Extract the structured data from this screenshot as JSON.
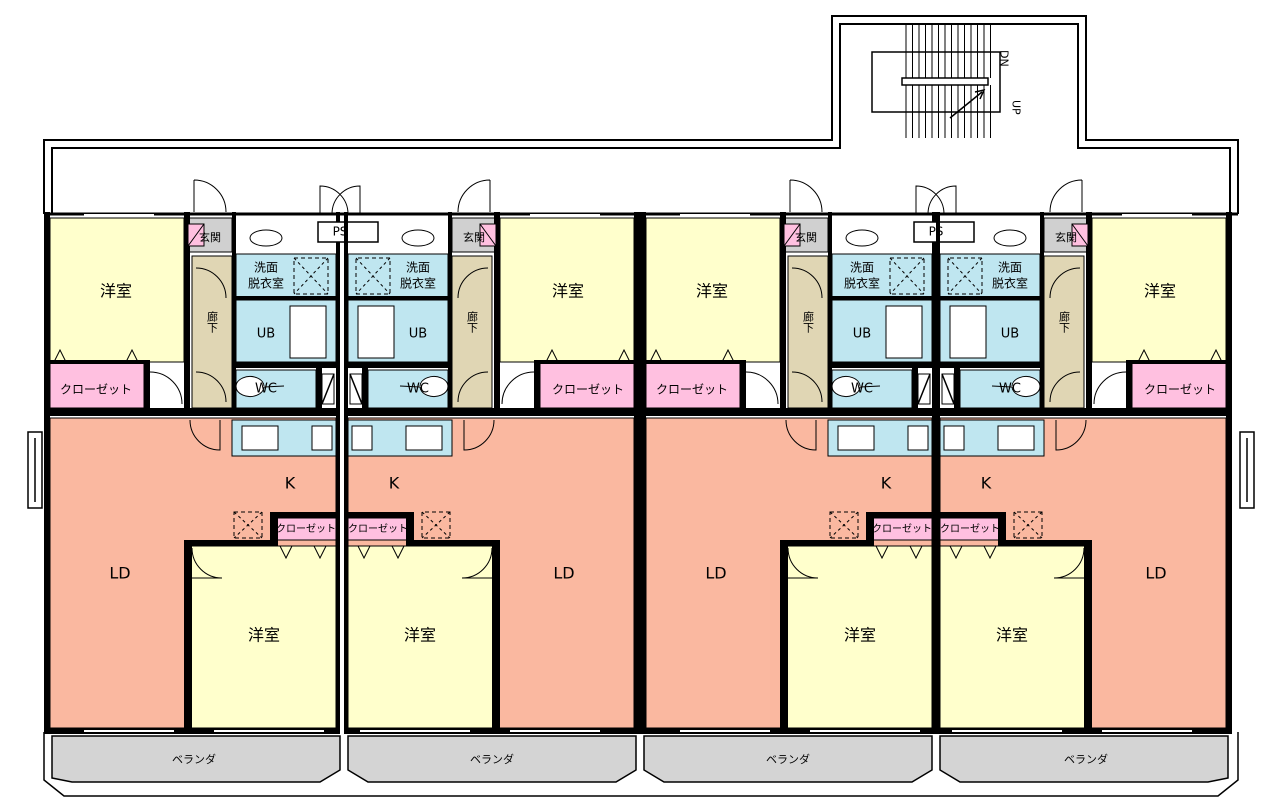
{
  "stairs": {
    "down": "DN",
    "up": "UP"
  },
  "labels": {
    "western_room": "洋室",
    "closet": "クローゼット",
    "entrance": "玄関",
    "hallway": "廊下",
    "washroom_line1": "洗面",
    "washroom_line2": "脱衣室",
    "unit_bath": "UB",
    "toilet": "WC",
    "pipe_space": "PS",
    "kitchen": "K",
    "living_dining": "LD",
    "veranda": "ベランダ"
  },
  "colors": {
    "western_room": "#FFFFCC",
    "closet": "#FFC0E0",
    "living_dining": "#FAB8A0",
    "wet_area": "#BFE6F0",
    "hallway": "#E0D6B4",
    "entrance": "#D0D0D0",
    "veranda": "#D4D4D4",
    "wall": "#000000"
  },
  "units": [
    {
      "id": "unit-1",
      "mirrored": false
    },
    {
      "id": "unit-2",
      "mirrored": true
    },
    {
      "id": "unit-3",
      "mirrored": false
    },
    {
      "id": "unit-4",
      "mirrored": true
    }
  ]
}
